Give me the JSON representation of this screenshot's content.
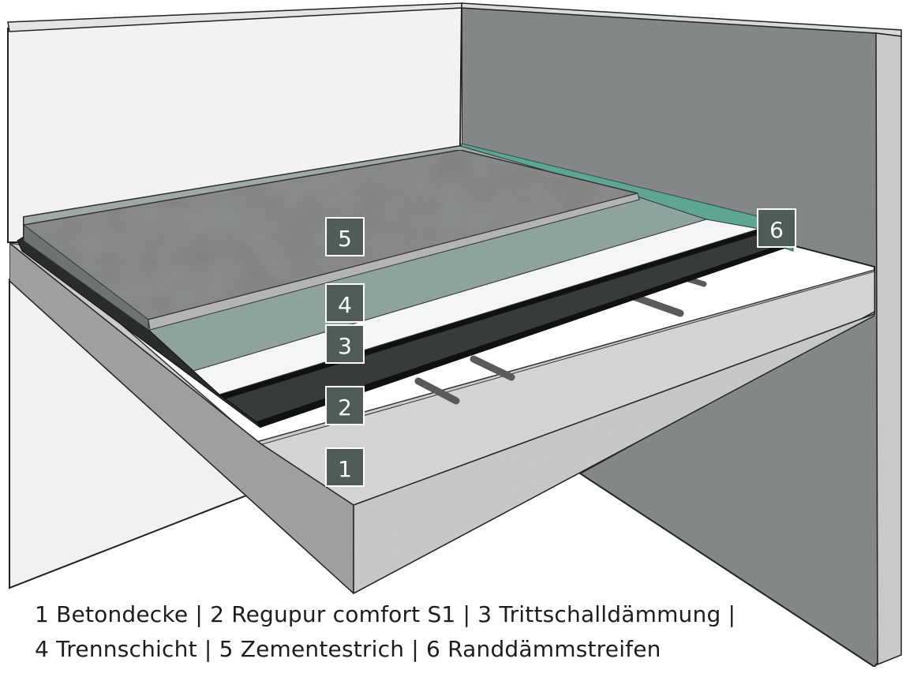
{
  "diagram": {
    "badges": [
      {
        "id": "5",
        "label": "5"
      },
      {
        "id": "4",
        "label": "4"
      },
      {
        "id": "3",
        "label": "3"
      },
      {
        "id": "2",
        "label": "2"
      },
      {
        "id": "1",
        "label": "1"
      },
      {
        "id": "6",
        "label": "6"
      }
    ]
  },
  "caption": {
    "line1": "1 Betondecke | 2 Regupur comfort S1 | 3 Trittschalldämmung |",
    "line2": "4 Trennschicht | 5 Zementestrich | 6 Randdämmstreifen"
  },
  "colors": {
    "wall_light": "#f2f2f2",
    "wall_right": "#8a8d8d",
    "slab": "#c8c8c8",
    "screed": "#8c8e8e",
    "separation_layer": "#8fa39d",
    "impact_insulation": "#f4f6f6",
    "regupur_layer": "#3a3d3d",
    "edge_strip": "#5fa593",
    "badge": "#4f5c59"
  }
}
